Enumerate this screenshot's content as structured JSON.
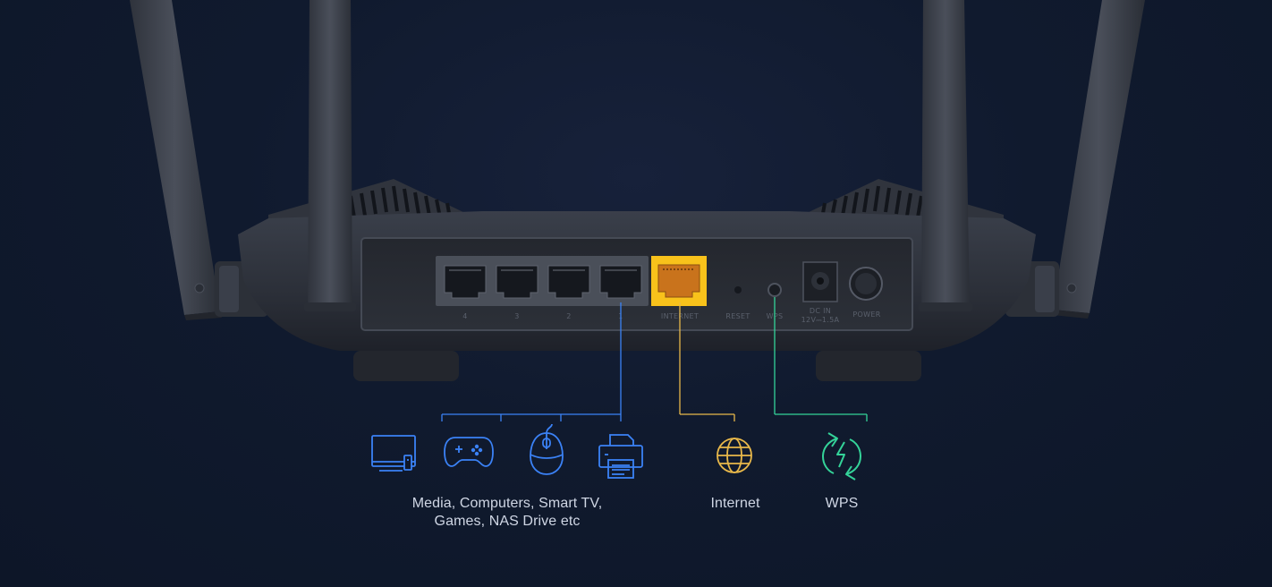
{
  "colors": {
    "background": "#0f172a",
    "lan_accent": "#3b82f6",
    "internet_accent": "#f5c542",
    "internet_port": "#f8c21b",
    "wps_accent": "#34d399",
    "caption_text": "#cfd6e4"
  },
  "router": {
    "port_labels": {
      "lan_1": "4",
      "lan_2": "3",
      "lan_3": "2",
      "lan_4": "1",
      "internet": "INTERNET",
      "reset": "RESET",
      "wps": "WPS",
      "dc_in_line1": "DC IN",
      "dc_in_line2": "12V⎓1.5A",
      "power": "POWER"
    }
  },
  "icons": {
    "lan": [
      "monitor-icon",
      "gamepad-icon",
      "mouse-icon",
      "printer-icon"
    ],
    "internet": "globe-icon",
    "wps": "wps-sync-icon"
  },
  "captions": {
    "lan_line1": "Media, Computers, Smart TV,",
    "lan_line2": "Games, NAS Drive etc",
    "internet": "Internet",
    "wps": "WPS"
  }
}
